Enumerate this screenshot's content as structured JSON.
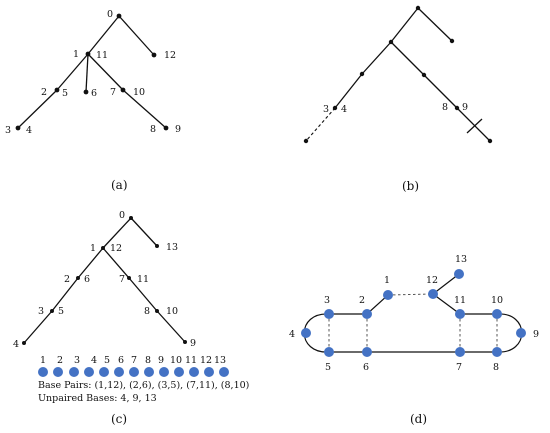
{
  "panel_labels": {
    "a": "(a)",
    "b": "(b)",
    "c": "(c)",
    "d": "(d)"
  },
  "panel_a": {
    "labels": [
      "0",
      "1",
      "11",
      "12",
      "2",
      "5",
      "6",
      "7",
      "10",
      "3",
      "4",
      "8",
      "9"
    ]
  },
  "panel_b": {
    "labels": [
      "3",
      "4",
      "8",
      "9"
    ]
  },
  "panel_c": {
    "tree_labels": [
      "0",
      "1",
      "12",
      "13",
      "2",
      "6",
      "7",
      "11",
      "3",
      "5",
      "8",
      "10",
      "4",
      "9"
    ],
    "beads": [
      "1",
      "2",
      "3",
      "4",
      "5",
      "6",
      "7",
      "8",
      "9",
      "10",
      "11",
      "12",
      "13"
    ],
    "base_pairs": "Base Pairs: (1,12), (2,6), (3,5), (7,11), (8,10)",
    "unpaired": "Unpaired Bases: 4, 9, 13"
  },
  "panel_d": {
    "labels": [
      "1",
      "12",
      "13",
      "2",
      "11",
      "3",
      "10",
      "4",
      "9",
      "5",
      "6",
      "7",
      "8"
    ]
  },
  "colors": {
    "node": "#4472c4",
    "line": "#111111"
  }
}
